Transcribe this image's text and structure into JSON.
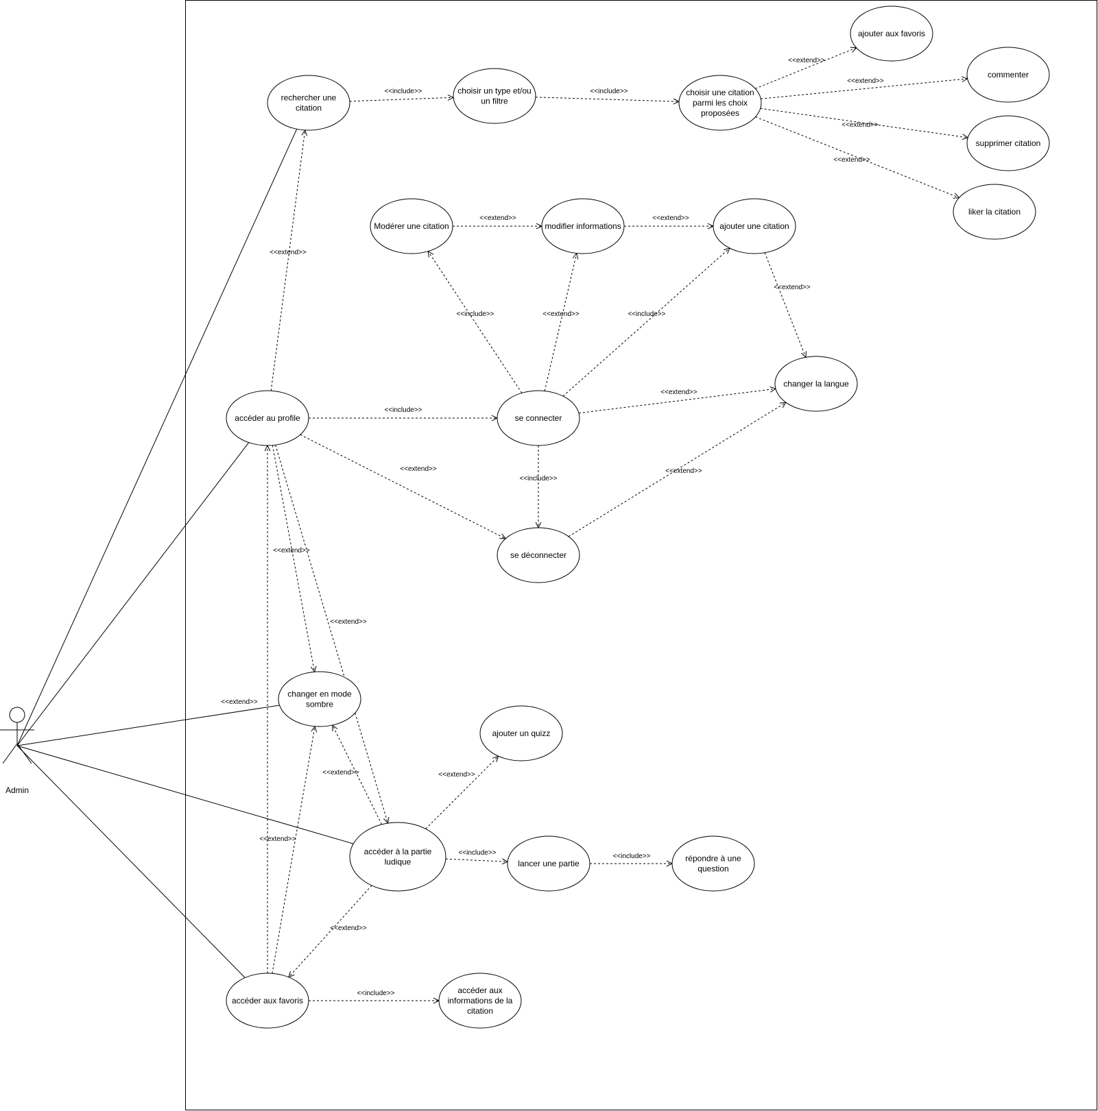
{
  "actor": {
    "name": "Admin"
  },
  "use_cases": [
    {
      "id": "rechercher",
      "lines": [
        "rechercher une",
        "citation"
      ]
    },
    {
      "id": "choisir_type",
      "lines": [
        "choisir un type et/ou",
        "un filtre"
      ]
    },
    {
      "id": "choisir_citation",
      "lines": [
        "choisir une citation",
        "parmi les choix",
        "proposées"
      ]
    },
    {
      "id": "ajouter_favoris",
      "lines": [
        "ajouter aux favoris"
      ]
    },
    {
      "id": "commenter",
      "lines": [
        "commenter"
      ]
    },
    {
      "id": "supprimer_citation",
      "lines": [
        "supprimer citation"
      ]
    },
    {
      "id": "liker_citation",
      "lines": [
        "liker la citation"
      ]
    },
    {
      "id": "moderer",
      "lines": [
        "Modérer  une citation"
      ]
    },
    {
      "id": "modifier_infos",
      "lines": [
        "modifier informations"
      ]
    },
    {
      "id": "ajouter_citation",
      "lines": [
        "ajouter une citation"
      ]
    },
    {
      "id": "changer_langue",
      "lines": [
        "changer la langue"
      ]
    },
    {
      "id": "acceder_profile",
      "lines": [
        "accéder au profile"
      ]
    },
    {
      "id": "se_connecter",
      "lines": [
        "se connecter"
      ]
    },
    {
      "id": "se_deconnecter",
      "lines": [
        "se déconnecter"
      ]
    },
    {
      "id": "mode_sombre",
      "lines": [
        "changer en mode",
        "sombre"
      ]
    },
    {
      "id": "ajouter_quizz",
      "lines": [
        "ajouter un quizz"
      ]
    },
    {
      "id": "partie_ludique",
      "lines": [
        "accéder à la partie",
        "ludique"
      ]
    },
    {
      "id": "lancer_partie",
      "lines": [
        "lancer une partie"
      ]
    },
    {
      "id": "repondre_question",
      "lines": [
        "répondre à une",
        "question"
      ]
    },
    {
      "id": "acceder_favoris",
      "lines": [
        "accéder aux favoris"
      ]
    },
    {
      "id": "infos_citation",
      "lines": [
        "accéder aux",
        "informations de la",
        "citation"
      ]
    }
  ],
  "associations": [
    {
      "actor": "Admin",
      "use_case": "rechercher"
    },
    {
      "actor": "Admin",
      "use_case": "acceder_profile"
    },
    {
      "actor": "Admin",
      "use_case": "mode_sombre"
    },
    {
      "actor": "Admin",
      "use_case": "partie_ludique"
    },
    {
      "actor": "Admin",
      "use_case": "acceder_favoris"
    }
  ],
  "relationships": [
    {
      "from": "rechercher",
      "to": "choisir_type",
      "label": "<<include>>"
    },
    {
      "from": "choisir_type",
      "to": "choisir_citation",
      "label": "<<include>>"
    },
    {
      "from": "choisir_citation",
      "to": "ajouter_favoris",
      "label": "<<extend>>"
    },
    {
      "from": "choisir_citation",
      "to": "commenter",
      "label": "<<extend>>"
    },
    {
      "from": "choisir_citation",
      "to": "supprimer_citation",
      "label": "<<extend>>"
    },
    {
      "from": "choisir_citation",
      "to": "liker_citation",
      "label": "<<extend>>"
    },
    {
      "from": "moderer",
      "to": "modifier_infos",
      "label": "<<extend>>"
    },
    {
      "from": "modifier_infos",
      "to": "ajouter_citation",
      "label": "<<extend>>"
    },
    {
      "from": "ajouter_citation",
      "to": "changer_langue",
      "label": "<<extend>>"
    },
    {
      "from": "se_connecter",
      "to": "moderer",
      "label": "<<include>>"
    },
    {
      "from": "se_connecter",
      "to": "modifier_infos",
      "label": "<<extend>>"
    },
    {
      "from": "se_connecter",
      "to": "ajouter_citation",
      "label": "<<include>>"
    },
    {
      "from": "se_connecter",
      "to": "changer_langue",
      "label": "<<extend>>"
    },
    {
      "from": "se_connecter",
      "to": "se_deconnecter",
      "label": "<<include>>"
    },
    {
      "from": "se_deconnecter",
      "to": "changer_langue",
      "label": "<<extend>>"
    },
    {
      "from": "acceder_profile",
      "to": "rechercher",
      "label": "<<extend>>"
    },
    {
      "from": "acceder_profile",
      "to": "se_connecter",
      "label": "<<include>>"
    },
    {
      "from": "acceder_profile",
      "to": "se_deconnecter",
      "label": "<<extend>>"
    },
    {
      "from": "acceder_profile",
      "to": "mode_sombre",
      "label": "<<extend>>"
    },
    {
      "from": "acceder_profile",
      "to": "partie_ludique",
      "label": "<<extend>>"
    },
    {
      "from": "partie_ludique",
      "to": "mode_sombre",
      "label": "<<extend>>"
    },
    {
      "from": "partie_ludique",
      "to": "ajouter_quizz",
      "label": "<<extend>>"
    },
    {
      "from": "partie_ludique",
      "to": "lancer_partie",
      "label": "<<include>>"
    },
    {
      "from": "lancer_partie",
      "to": "repondre_question",
      "label": "<<include>>"
    },
    {
      "from": "partie_ludique",
      "to": "acceder_favoris",
      "label": "<<extend>>"
    },
    {
      "from": "acceder_favoris",
      "to": "mode_sombre",
      "label": "<<extend>>"
    },
    {
      "from": "acceder_favoris",
      "to": "acceder_profile",
      "label": "<<extend>>"
    },
    {
      "from": "acceder_favoris",
      "to": "infos_citation",
      "label": "<<include>>"
    }
  ]
}
